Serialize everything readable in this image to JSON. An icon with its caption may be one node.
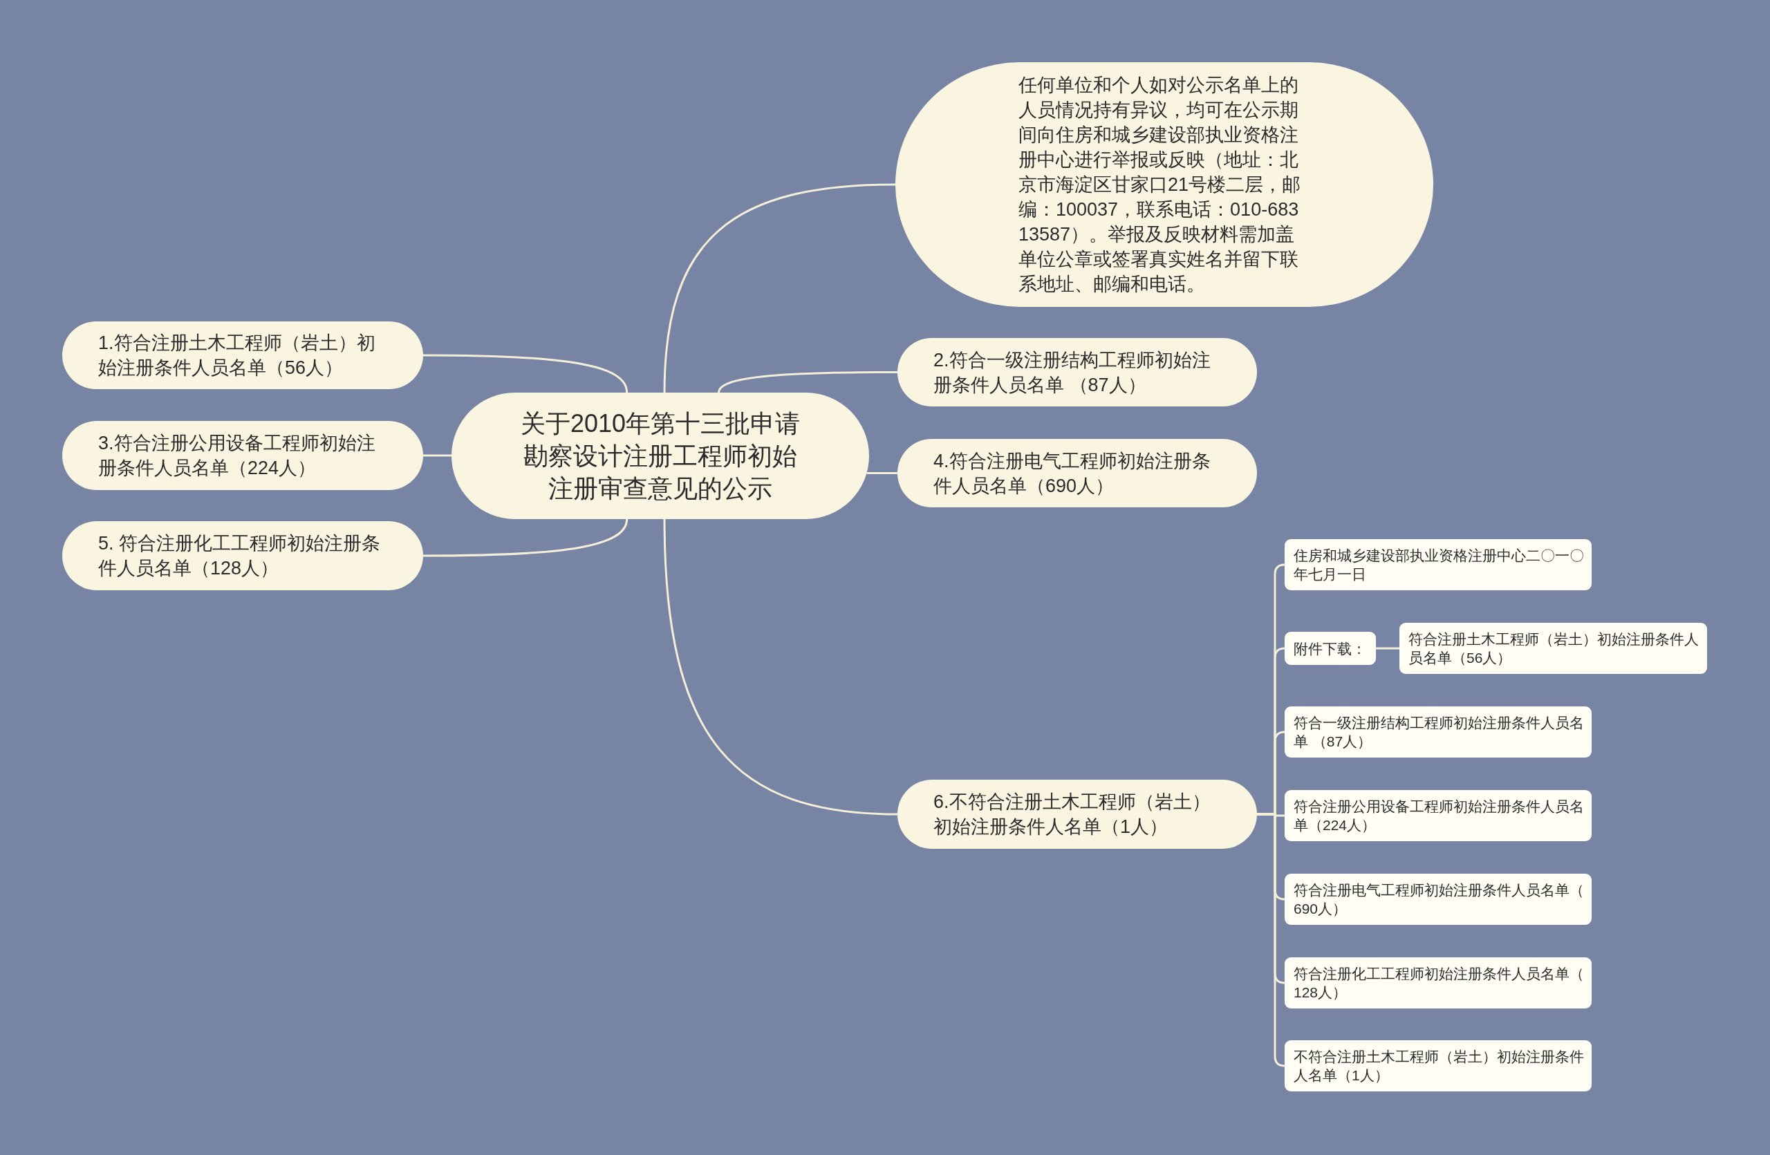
{
  "diagram": {
    "nodes": [
      {
        "text": [
          "关于2010年第十三批申请勘察设计注册工程师初始注册审查意见的公示"
        ]
      },
      {
        "text": [
          "任何单位和个人如对公示名单上的人员情况持有异议，均可在公示期间向住房和城乡建设部执业资格注册中心进行举报或反映（地址：北京市海淀区甘家口21号楼二层，邮编：100037，联系电话：010-68313587）。举报及反映材料需加盖单位公章或签署真实姓名并留下联系地址、邮编和电话。"
        ]
      },
      {
        "text": [
          "1.符合注册土木工程师（岩土）初始注册条件人员名单（56人）"
        ]
      },
      {
        "text": [
          "2.符合一级注册结构工程师初始注册条件人员名单 （87人）"
        ]
      },
      {
        "text": [
          "3.符合注册公用设备工程师初始注册条件人员名单（224人）"
        ]
      },
      {
        "text": [
          "4.符合注册电气工程师初始注册条件人员名单（690人）"
        ]
      },
      {
        "text": [
          "5. 符合注册化工工程师初始注册条件人员名单（128人）"
        ]
      },
      {
        "text": [
          "6.不符合注册土木工程师（岩土）初始注册条件人名单（1人）"
        ]
      },
      {
        "text": [
          "住房和城乡建设部执业资格注册中心二〇一〇年七月一日"
        ]
      },
      {
        "text": [
          "附件下载："
        ]
      },
      {
        "text": [
          "符合注册土木工程师（岩土）初始注册条件人员名单（56人）"
        ]
      },
      {
        "text": [
          "符合一级注册结构工程师初始注册条件人员名单 （87人）"
        ]
      },
      {
        "text": [
          "符合注册公用设备工程师初始注册条件人员名单（224人）"
        ]
      },
      {
        "text": [
          "符合注册电气工程师初始注册条件人员名单（690人）"
        ]
      },
      {
        "text": [
          "符合注册化工工程师初始注册条件人员名单（128人）"
        ]
      },
      {
        "text": [
          "不符合注册土木工程师（岩土）初始注册条件人名单（1人）"
        ]
      }
    ],
    "edges": [
      {
        "from": 0,
        "to": 1,
        "arrow": "none"
      },
      {
        "from": 0,
        "to": 2,
        "arrow": "none"
      },
      {
        "from": 0,
        "to": 3,
        "arrow": "none"
      },
      {
        "from": 0,
        "to": 4,
        "arrow": "none"
      },
      {
        "from": 0,
        "to": 5,
        "arrow": "none"
      },
      {
        "from": 0,
        "to": 6,
        "arrow": "none"
      },
      {
        "from": 0,
        "to": 7,
        "arrow": "none"
      },
      {
        "from": 7,
        "to": 8,
        "arrow": "none"
      },
      {
        "from": 7,
        "to": 9,
        "arrow": "none"
      },
      {
        "from": 9,
        "to": 10,
        "arrow": "none"
      },
      {
        "from": 7,
        "to": 11,
        "arrow": "none"
      },
      {
        "from": 7,
        "to": 12,
        "arrow": "none"
      },
      {
        "from": 7,
        "to": 13,
        "arrow": "none"
      },
      {
        "from": 7,
        "to": 14,
        "arrow": "none"
      },
      {
        "from": 7,
        "to": 15,
        "arrow": "none"
      }
    ]
  }
}
